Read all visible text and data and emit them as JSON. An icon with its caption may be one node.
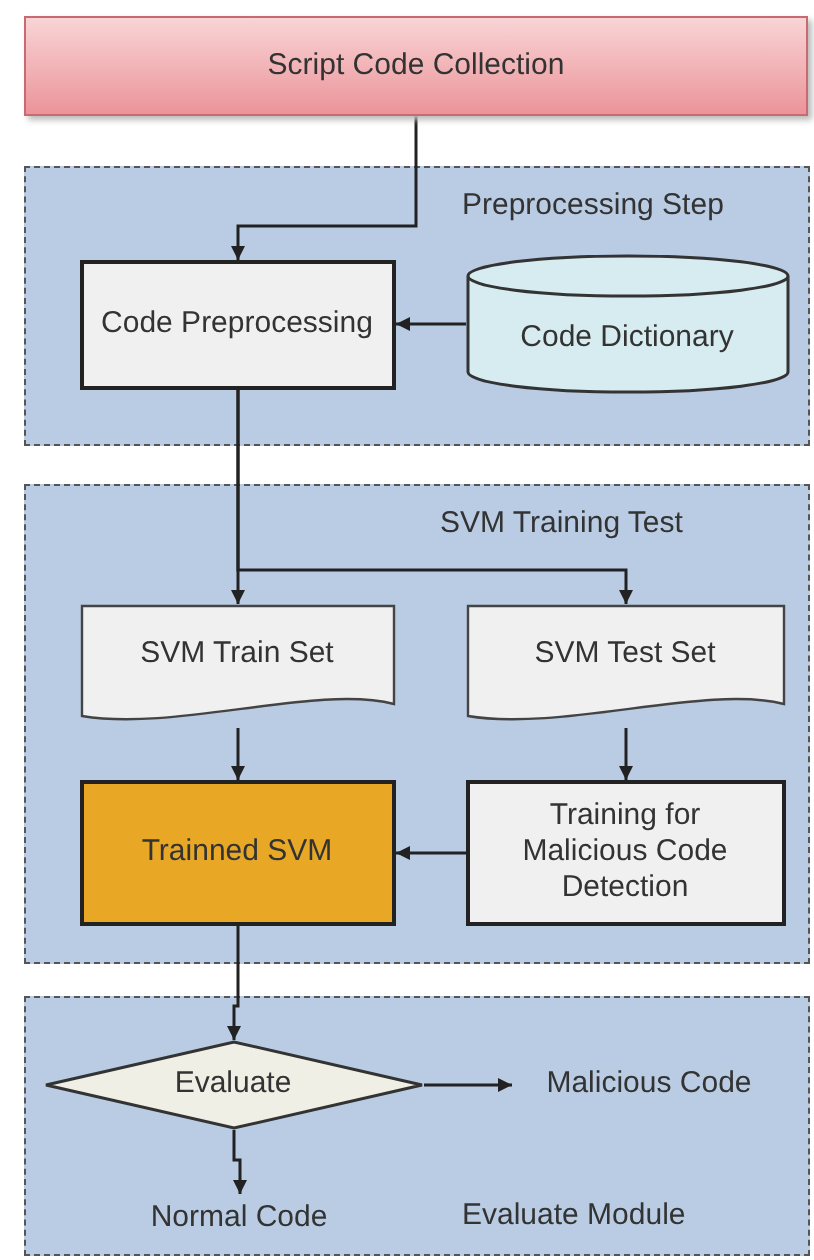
{
  "diagram": {
    "nodes": [
      {
        "text": [
          "Script Code Collection"
        ]
      },
      {
        "text": [
          "Preprocessing Step"
        ]
      },
      {
        "text": [
          "Code Preprocessing"
        ],
        "in": 1
      },
      {
        "text": [
          "Code Dictionary"
        ],
        "in": 1
      },
      {
        "text": [
          "SVM Training Test"
        ]
      },
      {
        "text": [
          "SVM Train Set"
        ],
        "in": 4
      },
      {
        "text": [
          "SVM Test Set"
        ],
        "in": 4
      },
      {
        "text": [
          "Trainned SVM"
        ],
        "in": 4
      },
      {
        "text": [
          "Training for Malicious Code Detection"
        ],
        "in": 4
      },
      {
        "text": [
          "Evaluate Module"
        ]
      },
      {
        "text": [
          "Evaluate"
        ],
        "in": 9
      },
      {
        "text": [
          "Malicious Code"
        ],
        "in": 9
      },
      {
        "text": [
          "Normal Code"
        ],
        "in": 9
      }
    ],
    "edges": [
      {
        "from": 0,
        "to": 2,
        "arrow": "to"
      },
      {
        "from": 3,
        "to": 2,
        "arrow": "to"
      },
      {
        "from": 2,
        "to": 5,
        "arrow": "to"
      },
      {
        "from": 2,
        "to": 6,
        "arrow": "to"
      },
      {
        "from": 5,
        "to": 7,
        "arrow": "to"
      },
      {
        "from": 6,
        "to": 8,
        "arrow": "to"
      },
      {
        "from": 8,
        "to": 7,
        "arrow": "to"
      },
      {
        "from": 7,
        "to": 10,
        "arrow": "to"
      },
      {
        "from": 10,
        "to": 11,
        "arrow": "to"
      },
      {
        "from": 10,
        "to": 12,
        "arrow": "to"
      }
    ]
  }
}
